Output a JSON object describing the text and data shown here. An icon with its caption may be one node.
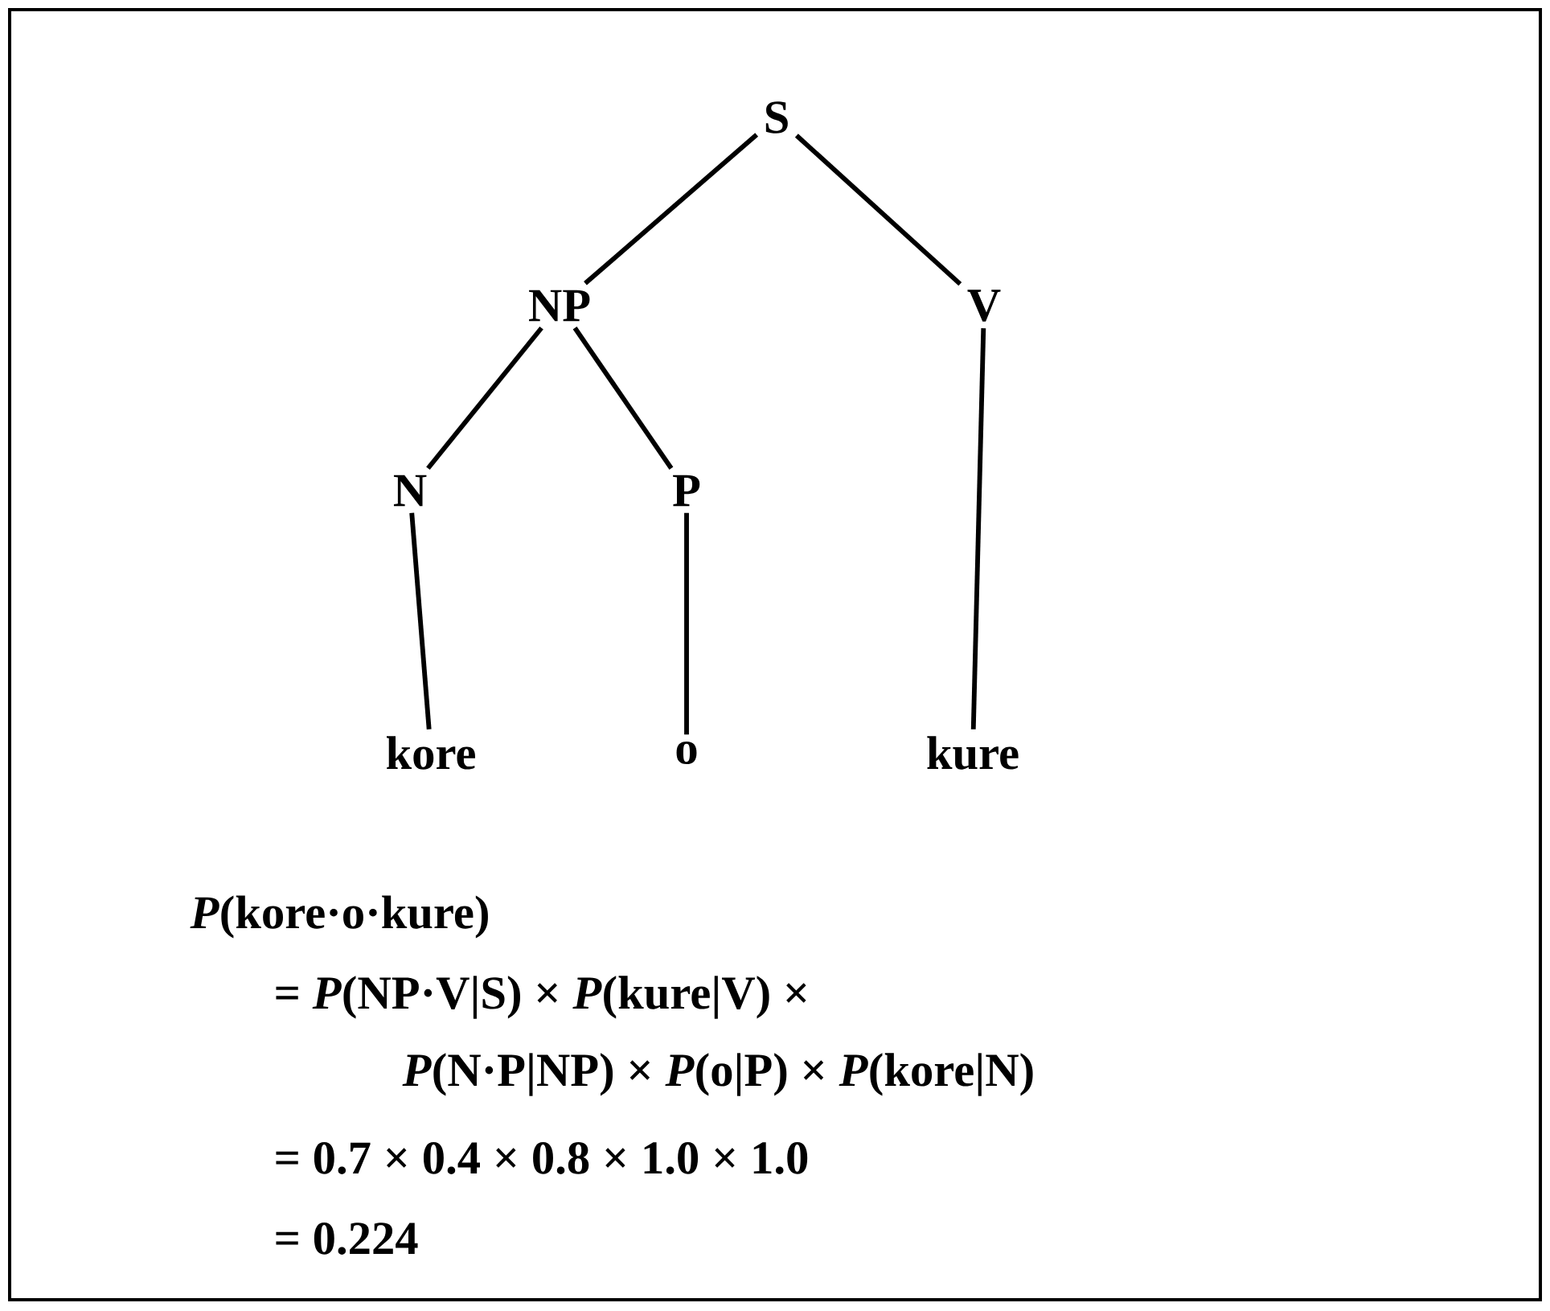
{
  "diagram": {
    "nodes": [
      {
        "text": [
          "S"
        ]
      },
      {
        "text": [
          "NP"
        ]
      },
      {
        "text": [
          "V"
        ]
      },
      {
        "text": [
          "N"
        ]
      },
      {
        "text": [
          "P"
        ]
      },
      {
        "text": [
          "kore"
        ]
      },
      {
        "text": [
          "o"
        ]
      },
      {
        "text": [
          "kure"
        ]
      }
    ],
    "edges": [
      {
        "from": 0,
        "to": 1,
        "arrow": "none"
      },
      {
        "from": 0,
        "to": 2,
        "arrow": "none"
      },
      {
        "from": 1,
        "to": 3,
        "arrow": "none"
      },
      {
        "from": 1,
        "to": 4,
        "arrow": "none"
      },
      {
        "from": 3,
        "to": 5,
        "arrow": "none"
      },
      {
        "from": 4,
        "to": 6,
        "arrow": "none"
      },
      {
        "from": 2,
        "to": 7,
        "arrow": "none"
      }
    ],
    "labels": [
      "*P*(kore·o·kure)",
      "= *P*(NP·V|S) × *P*(kure|V) ×",
      "*P*(N·P|NP) × *P*(o|P) × *P*(kore|N)",
      "= 0.7 × 0.4 × 0.8 × 1.0 × 1.0",
      "= 0.224"
    ]
  }
}
